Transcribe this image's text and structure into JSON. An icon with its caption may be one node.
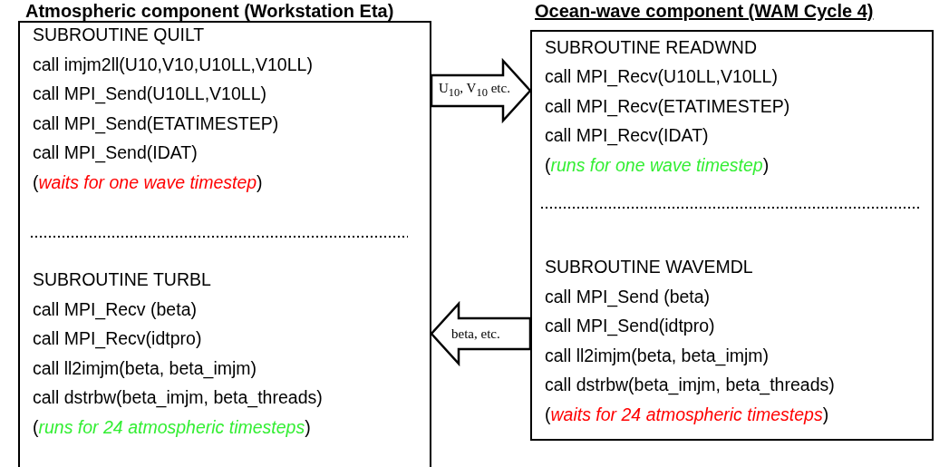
{
  "diagram": {
    "nodes": [
      {
        "text": [
          "Atmospheric component (Workstation Eta)",
          "SUBROUTINE QUILT",
          "call imjm2ll(U10,V10,U10LL,V10LL)",
          "call MPI_Send(U10LL,V10LL)",
          "call MPI_Send(ETATIMESTEP)",
          "call MPI_Send(IDAT)",
          "(*waits for one wave timestep*)",
          "SUBROUTINE TURBL",
          "call MPI_Recv (beta)",
          "call MPI_Recv(idtpro)",
          "call ll2imjm(beta, beta_imjm)",
          "call dstrbw(beta_imjm, beta_threads)",
          "(*runs for 24 atmospheric timesteps*)"
        ]
      },
      {
        "text": [
          "Ocean-wave component (WAM Cycle 4)",
          "SUBROUTINE READWND",
          "call MPI_Recv(U10LL,V10LL)",
          "call MPI_Recv(ETATIMESTEP)",
          "call MPI_Recv(IDAT)",
          "(*runs for one wave timestep*)",
          "SUBROUTINE WAVEMDL",
          "call MPI_Send (beta)",
          "call MPI_Send(idtpro)",
          "call ll2imjm(beta, beta_imjm)",
          "call dstrbw(beta_imjm, beta_threads)",
          "(*waits for 24 atmospheric timesteps*)"
        ]
      }
    ],
    "edges": [
      {
        "from": 0,
        "to": 1,
        "arrow": "to",
        "label": "U$_{10}$, V$_{10}$ etc.",
        "style": "thick"
      },
      {
        "from": 1,
        "to": 0,
        "arrow": "to",
        "label": "beta, etc.",
        "style": "thick"
      }
    ]
  }
}
